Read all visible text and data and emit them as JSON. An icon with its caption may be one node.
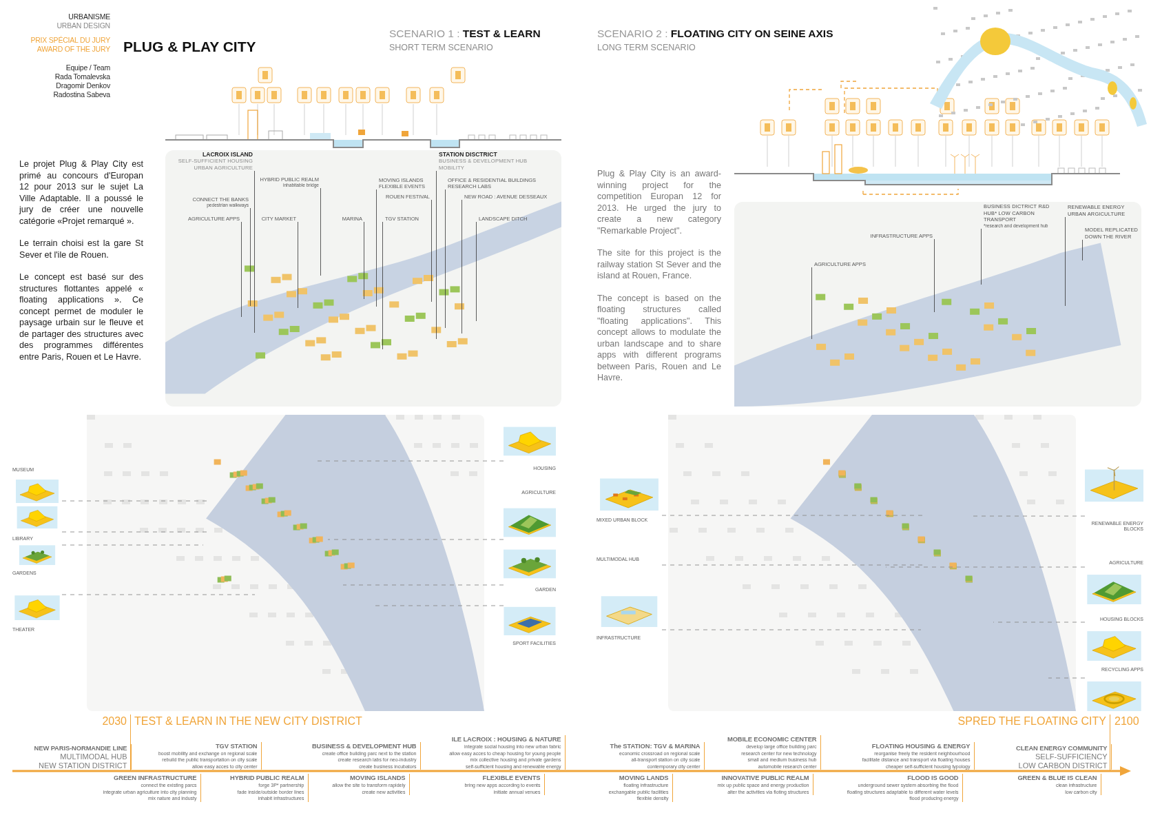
{
  "diagram": {
    "title": "PLUG & PLAY CITY",
    "nodes": [
      {
        "text": [
          "LACROIX ISLAND",
          "SELF-SUFFICIENT HOUSING URBAN AGRICULTURE"
        ]
      },
      {
        "text": [
          "STATION DISCTRICT",
          "BUSINESS & DEVELOPMENT HUB MOBILITY"
        ]
      },
      {
        "text": [
          "HYBRID PUBLIC REALM",
          "inhabitable bridge"
        ]
      },
      {
        "text": [
          "MOVING ISLANDS FLEXIBLE EVENTS"
        ]
      },
      {
        "text": [
          "OFFICE & RESIDENTIAL BUILDINGS RESEARCH LABS"
        ]
      },
      {
        "text": [
          "ROUEN FESTIVAL"
        ]
      },
      {
        "text": [
          "NEW ROAD : AVENUE DESSEAUX"
        ]
      },
      {
        "text": [
          "CONNECT THE BANKS",
          "pedestrian walkways"
        ]
      },
      {
        "text": [
          "AGRICULTURE APPS"
        ]
      },
      {
        "text": [
          "CITY MARKET"
        ]
      },
      {
        "text": [
          "MARINA"
        ]
      },
      {
        "text": [
          "TGV STATION"
        ]
      },
      {
        "text": [
          "LANDSCAPE DITCH"
        ]
      },
      {
        "text": [
          "BUSINESS DICTRICT R&D HUB* LOW CARBON TRANSPORT",
          "*research and development hub"
        ]
      },
      {
        "text": [
          "RENEWABLE ENERGY URBAN ARGICULTURE"
        ]
      },
      {
        "text": [
          "INFRASTRUCTURE APPS"
        ]
      },
      {
        "text": [
          "MODEL REPLICATED DOWN THE RIVER"
        ]
      },
      {
        "text": [
          "AGRICULTURE APPS"
        ]
      },
      {
        "text": [
          "MUSEUM"
        ]
      },
      {
        "text": [
          "LIBRARY"
        ]
      },
      {
        "text": [
          "GARDENS"
        ]
      },
      {
        "text": [
          "THEATER"
        ]
      },
      {
        "text": [
          "HOUSING"
        ]
      },
      {
        "text": [
          "AGRICULTURE"
        ]
      },
      {
        "text": [
          "GARDEN"
        ]
      },
      {
        "text": [
          "SPORT FACILITIES"
        ]
      },
      {
        "text": [
          "MIXED URBAN BLOCK"
        ]
      },
      {
        "text": [
          "MULTIMODAL HUB"
        ]
      },
      {
        "text": [
          "INFRASTRUCTURE"
        ]
      },
      {
        "text": [
          "RENEWABLE ENERGY BLOCKS"
        ]
      },
      {
        "text": [
          "AGRICULTURE"
        ]
      },
      {
        "text": [
          "HOUSING BLOCKS"
        ]
      },
      {
        "text": [
          "RECYCLING APPS"
        ]
      }
    ],
    "edges": [
      {
        "from": 0,
        "to": null,
        "arrow": "none"
      },
      {
        "from": 1,
        "to": null,
        "arrow": "none"
      },
      {
        "from": 2,
        "to": null,
        "arrow": "none"
      },
      {
        "from": 3,
        "to": null,
        "arrow": "none"
      },
      {
        "from": 4,
        "to": null,
        "arrow": "none"
      },
      {
        "from": 5,
        "to": null,
        "arrow": "none"
      },
      {
        "from": 6,
        "to": null,
        "arrow": "none"
      },
      {
        "from": 7,
        "to": null,
        "arrow": "none"
      },
      {
        "from": 8,
        "to": null,
        "arrow": "none"
      },
      {
        "from": 9,
        "to": null,
        "arrow": "none"
      },
      {
        "from": 10,
        "to": null,
        "arrow": "none"
      },
      {
        "from": 11,
        "to": null,
        "arrow": "none"
      },
      {
        "from": 12,
        "to": null,
        "arrow": "none"
      },
      {
        "from": 13,
        "to": null,
        "arrow": "none"
      },
      {
        "from": 14,
        "to": null,
        "arrow": "none"
      },
      {
        "from": 15,
        "to": null,
        "arrow": "none"
      },
      {
        "from": 16,
        "to": null,
        "arrow": "none"
      },
      {
        "from": 17,
        "to": null,
        "arrow": "none"
      },
      {
        "from": 18,
        "to": null,
        "arrow": "none",
        "style": "dashed",
        "color": "#8a8a8a"
      },
      {
        "from": 19,
        "to": null,
        "arrow": "none",
        "style": "dashed",
        "color": "#8a8a8a"
      },
      {
        "from": 20,
        "to": null,
        "arrow": "none",
        "style": "dashed",
        "color": "#8a8a8a"
      },
      {
        "from": 21,
        "to": null,
        "arrow": "none",
        "style": "dashed",
        "color": "#8a8a8a"
      },
      {
        "from": 22,
        "to": null,
        "arrow": "none",
        "style": "dashed",
        "color": "#8a8a8a"
      },
      {
        "from": 23,
        "to": null,
        "arrow": "none",
        "style": "dashed",
        "color": "#8a8a8a"
      },
      {
        "from": 24,
        "to": null,
        "arrow": "none",
        "style": "dashed",
        "color": "#8a8a8a"
      },
      {
        "from": 25,
        "to": null,
        "arrow": "none",
        "style": "dashed",
        "color": "#8a8a8a"
      },
      {
        "from": 26,
        "to": null,
        "arrow": "none",
        "style": "dashed",
        "color": "#8a8a8a"
      },
      {
        "from": 27,
        "to": null,
        "arrow": "none",
        "style": "dashed",
        "color": "#8a8a8a"
      },
      {
        "from": 28,
        "to": null,
        "arrow": "none",
        "style": "dashed",
        "color": "#8a8a8a"
      },
      {
        "from": 29,
        "to": null,
        "arrow": "none",
        "style": "dashed",
        "color": "#8a8a8a"
      },
      {
        "from": 30,
        "to": null,
        "arrow": "none",
        "style": "dashed",
        "color": "#8a8a8a"
      },
      {
        "from": 31,
        "to": null,
        "arrow": "none",
        "style": "dashed",
        "color": "#8a8a8a"
      },
      {
        "from": 32,
        "to": null,
        "arrow": "none",
        "style": "dashed",
        "color": "#8a8a8a"
      }
    ],
    "labels": [
      "URBANISME",
      "URBAN DESIGN",
      "PRIX SPÉCIAL DU JURY",
      "AWARD OF THE JURY",
      "Equipe / Team",
      "Rada Tomalevska",
      "Dragomir Denkov",
      "Radostina Sabeva",
      "SCENARIO 1 : **TEST & LEARN**",
      "SHORT TERM SCENARIO",
      "SCENARIO 2 : **FLOATING CITY ON SEINE AXIS**",
      "LONG TERM SCENARIO",
      "Le projet Plug & Play City est primé au concours d'Europan 12 pour 2013 sur le sujet La Ville Adaptable. Il a poussé le jury de créer une nouvelle catégorie «Projet remarqué ».",
      "Le terrain choisi est la gare St Sever et l'ile de Rouen.",
      "Le concept est basé sur des structures flottantes appelé « floating applications ». Ce concept permet de moduler le paysage urbain sur le fleuve et de partager des structures avec des programmes différentes entre Paris, Rouen et Le Havre.",
      "Plug & Play City is an award-winning project for the competition Europan 12 for 2013. He urged the jury to create a new category \"Remarkable Project\".",
      "The site for this project is the railway station St Sever and the island at Rouen, France.",
      "The concept is based on the floating structures called \"floating applications\". This concept allows to modulate the urban landscape and to share apps with different programs between Paris, Rouen and Le Havre.",
      "2030",
      "TEST & LEARN IN THE NEW CITY DISTRICT",
      "SPRED THE FLOATING CITY",
      "2100",
      "NEW PARIS-NORMANDIE LINE",
      "MULTIMODAL HUB",
      "NEW STATION DISTRICT",
      "TGV STATION",
      "boost mobility and exchange on regional scale",
      "rebuild the public transportation on city scale",
      "allow easy acces to city center",
      "BUSINESS & DEVELOPMENT HUB",
      "create office building parc next to the station",
      "create research labs for neo-industry",
      "create business incubators",
      "ILE LACROIX : HOUSING & NATURE",
      "integrate social housing into new urban fabric",
      "allow easy acces to cheap housing for young people",
      "mix collective housing and private gardens",
      "self-sufficient housing and renewable energy",
      "GREEN INFRASTRUCTURE",
      "connect the existing parcs",
      "integrate urban agriculture into city planning",
      "mix nature and industy",
      "HYBRID PUBLIC REALM",
      "forge 3P* partnership",
      "fade inside/outside border lines",
      "inhabit infrastructures",
      "MOVING ISLANDS",
      "allow the site to transform rapidely",
      "create new activities",
      "FLEXIBLE EVENTS",
      "bring new apps according to events",
      "initiate annual venues",
      "The STATION: TGV & MARINA",
      "economic crossroad on regional scale",
      "all-transport station on city scale",
      "contemporary city center",
      "MOBILE ECONOMIC CENTER",
      "develop large office building parc",
      "research center for new technology",
      "small and medium business hub",
      "automobile research center",
      "FLOATING HOUSING & ENERGY",
      "reorganise freely the resident neighbourhood",
      "facilitate distance and transport via floating houses",
      "cheaper self-sufficient housing typology",
      "CLEAN ENERGY COMMUNITY",
      "SELF-SUFFICIENCY",
      "LOW CARBON DISTRICT",
      "MOVING LANDS",
      "floating infrastructure",
      "exchangable public facilities",
      "flexible density",
      "INNOVATIVE PUBLIC REALM",
      "mix up public space and energy production",
      "alter the activities via floting structures",
      "FLOOD IS GOOD",
      "underground sewer system absorbing the flood",
      "floating structures adaptable to different water levels",
      "flood producing energy",
      "GREEN & BLUE IS CLEAN",
      "clean infrastructure",
      "low carbon city"
    ]
  }
}
